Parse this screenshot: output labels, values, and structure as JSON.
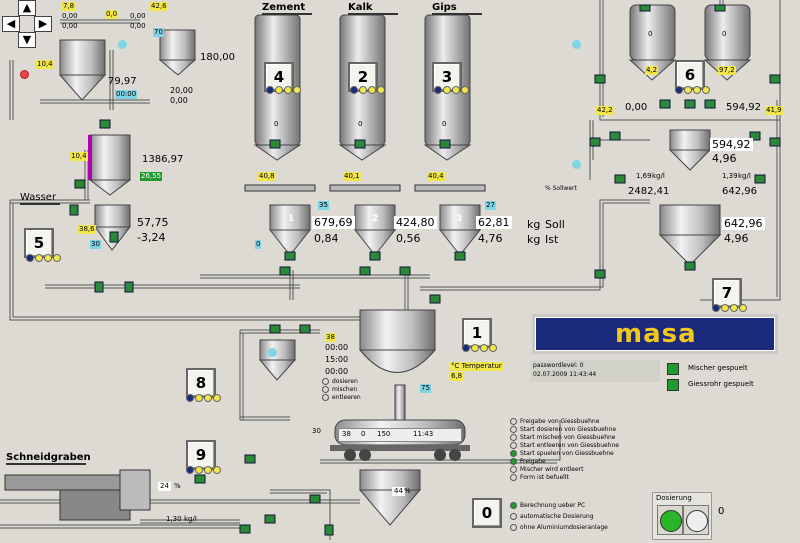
{
  "silos": [
    {
      "name": "Zement",
      "number": "4",
      "scale": "40,8",
      "level": "0"
    },
    {
      "name": "Kalk",
      "number": "2",
      "scale": "40,1",
      "level": "0"
    },
    {
      "name": "Gips",
      "number": "3",
      "scale": "40,4",
      "level": "0"
    }
  ],
  "weighers": [
    {
      "num": "1",
      "value": "679,69",
      "set": "0,84",
      "code": "0"
    },
    {
      "num": "2",
      "value": "424,80",
      "set": "0,56",
      "code": "35"
    },
    {
      "num": "3",
      "value": "62,81",
      "set": "4,76",
      "code": "27"
    }
  ],
  "units": {
    "soll_unit": "kg",
    "soll": "Soll",
    "ist_unit": "kg",
    "ist": "Ist"
  },
  "sollwert_label": "% Sollwert",
  "wasser": {
    "label": "Wasser",
    "value1": "57,75",
    "value2": "-3,24",
    "y1": "38,6",
    "c1": "30",
    "number": "5"
  },
  "heater": {
    "value": "1386,97",
    "tag": "26,55",
    "y1": "10,4"
  },
  "topleft": {
    "v1": "7,8",
    "v2": "0,00",
    "v3": "0,00",
    "v4": "0,0",
    "v5": "42,6",
    "v6": "10,4",
    "v7": "79,97",
    "v8": "180,00",
    "v9": "20,00",
    "v10": "0,00",
    "v11": "00:00",
    "v12": "0,00",
    "v13": "0,00",
    "c70": "70"
  },
  "right_system": {
    "number6": "6",
    "y42": "42,2",
    "val000": "0,00",
    "val59492a": "594,92",
    "val59492b": "594,92",
    "val496a": "4,96",
    "y419": "41,9",
    "flow1": "1,69",
    "flow1u": "kg/l",
    "flow2": "1,39",
    "flow2u": "kg/l",
    "val248241": "2482,41",
    "val64296a": "642,96",
    "val64296b": "642,96",
    "val496b": "4,96",
    "number7": "7",
    "tankA": "0",
    "tankB": "0",
    "y12": "4,2",
    "y97": "97,2"
  },
  "mixer": {
    "number1": "1",
    "temp_label": "°C Temperatur",
    "temp": "6,8",
    "c38": "38",
    "time1": "00:00",
    "time2": "15:00",
    "time3": "00:00",
    "steps": [
      "dosieren",
      "mischen",
      "entleeren"
    ],
    "c75": "75",
    "number8": "8",
    "c30": "30"
  },
  "truck": {
    "d1": "38",
    "d2": "0",
    "d3": "150",
    "d4": "11:43"
  },
  "schneid": {
    "label": "Schneidgraben",
    "number": "9",
    "pct": "24",
    "pct_unit": "%",
    "flow": "1,30",
    "flow_unit": "kg/l"
  },
  "bottom": {
    "pct": "44",
    "pct_unit": "%",
    "number0": "0"
  },
  "logo": "masa",
  "info": {
    "password": "passwordlevel: 0",
    "datetime": "02.07.2009 11:43:44",
    "mischer": "Mischer gespuelt",
    "giess": "Giessrohr gespuelt"
  },
  "status_list": [
    "Freigabe von Giessbuehne",
    "Start dosieren von Giessbuehne",
    "Start mischen von Giessbuehne",
    "Start entleeren von Giessbuehne",
    "Start spuelen von Giessbuehne"
  ],
  "status_list2": [
    "Freigabe",
    "Mischer wird entleert",
    "Form ist befuellt"
  ],
  "options": [
    "Berechnung ueber PC",
    "automatische Dosierung",
    "ohne Aluminiumdosieranlage"
  ],
  "dosierung": {
    "label": "Dosierung",
    "state": "0"
  },
  "colors": {
    "bg": "#dcdad3",
    "valve": "#2a8a3a",
    "logo_bg": "#1b2a7a",
    "logo_text": "#f2c81d",
    "yellow": "#f1e64a",
    "cyan": "#7fd5e5"
  }
}
